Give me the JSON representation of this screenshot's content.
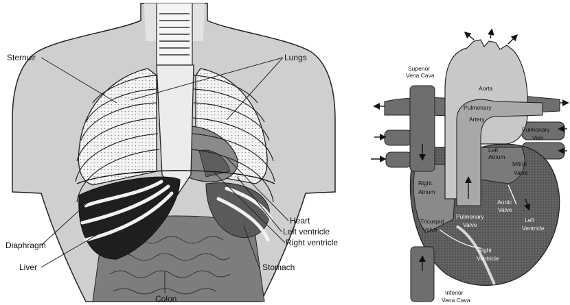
{
  "torso_labels": {
    "sternum": "Sternuir",
    "lungs": "Lungs",
    "heart": "Heart",
    "left_ventricle": "Left ventricle",
    "right_ventricle": "Right ventricle",
    "diaphragm": "Diaphragm",
    "liver": "Liver",
    "stomach": "Stomach",
    "colon": "Colon"
  },
  "heart_labels": {
    "superior_vena_cava": [
      "Superior",
      "Vena Cava"
    ],
    "aorta": "Aorta",
    "pulmonary_artery": [
      "Pulmonary",
      "Artery"
    ],
    "pulmonary_vein": [
      "Pulmonary",
      "Vein"
    ],
    "left_atrium": [
      "Left",
      "Atrium"
    ],
    "mitral_valve": [
      "Mitral",
      "Valve"
    ],
    "right_atrium": [
      "Right",
      "Atrium"
    ],
    "aortic_valve": [
      "Aortic",
      "Valve"
    ],
    "tricuspid_valve": [
      "Tricuspid",
      "Valve"
    ],
    "pulmonary_valve": [
      "Pulmonary",
      "Valve"
    ],
    "left_ventricle": [
      "Left",
      "Ventricle"
    ],
    "right_ventricle": [
      "Right",
      "Ventricle"
    ],
    "inferior_vena_cava": [
      "Inferior",
      "Vena Cava"
    ]
  },
  "colors": {
    "skin": "#cfcfcf",
    "outline": "#222222",
    "lung": "#ececec",
    "liver": "#1f1f1f",
    "heart_dark": "#5a5a5a",
    "vessel": "#6e6e6e",
    "aorta": "#c8c8c8"
  }
}
